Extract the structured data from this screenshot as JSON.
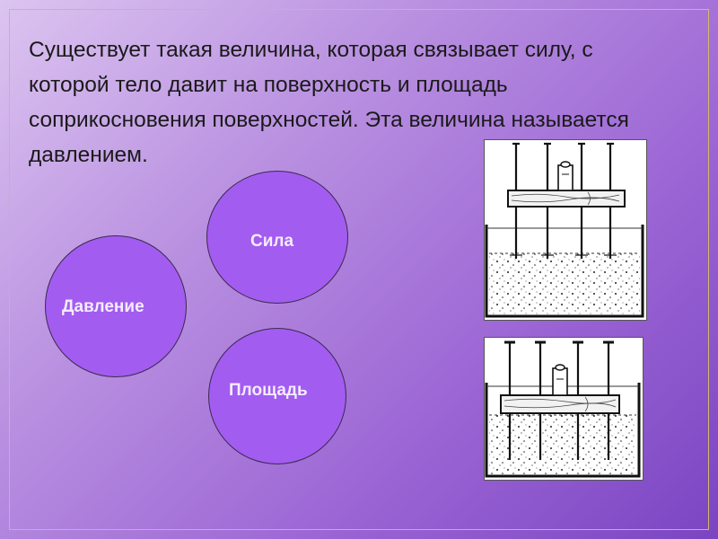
{
  "slide": {
    "main_text": "Существует такая величина, которая связывает силу, с которой тело давит на поверхность и площадь соприкосновения поверхностей. Эта величина называется давлением.",
    "circles": {
      "sila": "Сила",
      "davlenie": "Давление",
      "ploshad": "Площадь"
    },
    "colors": {
      "circle_fill": "#a35cf0",
      "circle_text": "#f4ecff",
      "background_start": "#dcc4f0",
      "background_end": "#7a45c2"
    }
  }
}
